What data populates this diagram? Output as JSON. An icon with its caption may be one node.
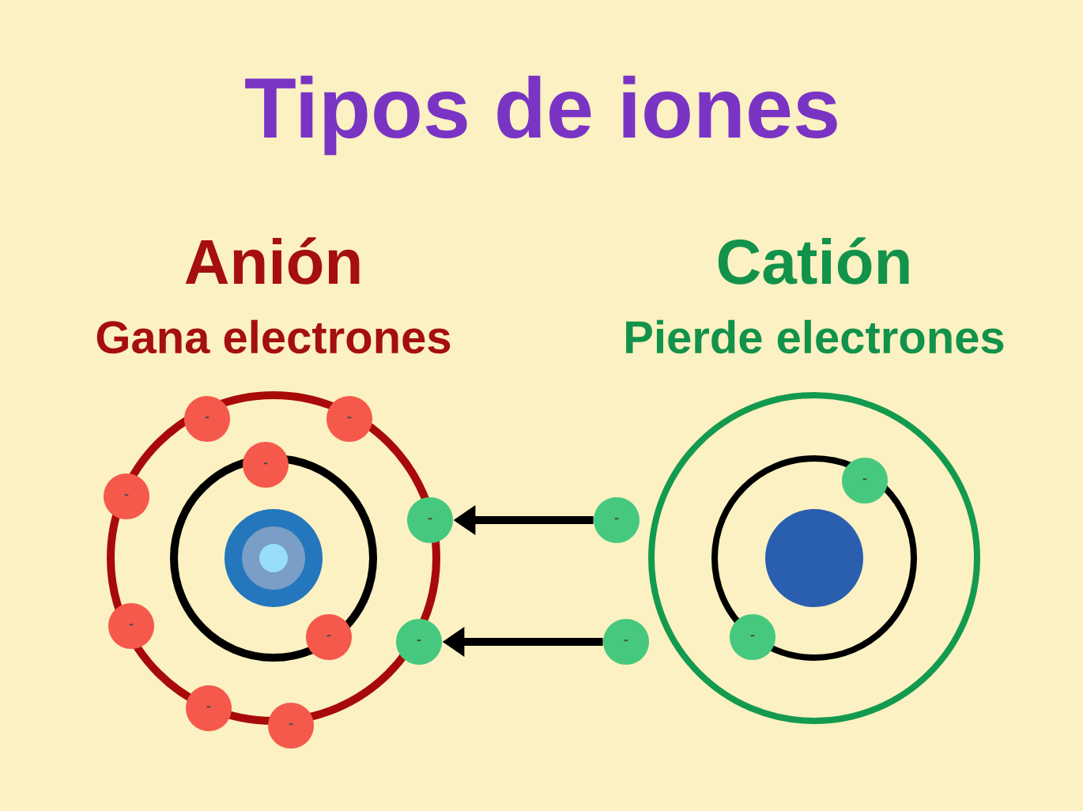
{
  "diagram": {
    "title": "Tipos de iones",
    "nodes": [
      {
        "text": [
          "-"
        ]
      },
      {
        "text": [
          "-"
        ]
      },
      {
        "text": [
          "-"
        ]
      },
      {
        "text": [
          "-"
        ]
      },
      {
        "text": [
          "-"
        ]
      },
      {
        "text": [
          "-"
        ]
      },
      {
        "text": [
          "-"
        ]
      },
      {
        "text": [
          "-"
        ]
      },
      {
        "text": [
          "-"
        ]
      },
      {
        "text": [
          "-"
        ]
      },
      {
        "text": [
          "-"
        ]
      },
      {
        "text": [
          "-"
        ]
      },
      {
        "text": [
          "-"
        ]
      },
      {
        "text": [
          "-"
        ]
      }
    ],
    "edges": [
      {
        "from": 10,
        "to": 8,
        "arrow": "to"
      },
      {
        "from": 11,
        "to": 9,
        "arrow": "to"
      }
    ],
    "labels": [
      "Anión",
      "Gana electrones",
      "Catión",
      "Pierde electrones"
    ]
  }
}
